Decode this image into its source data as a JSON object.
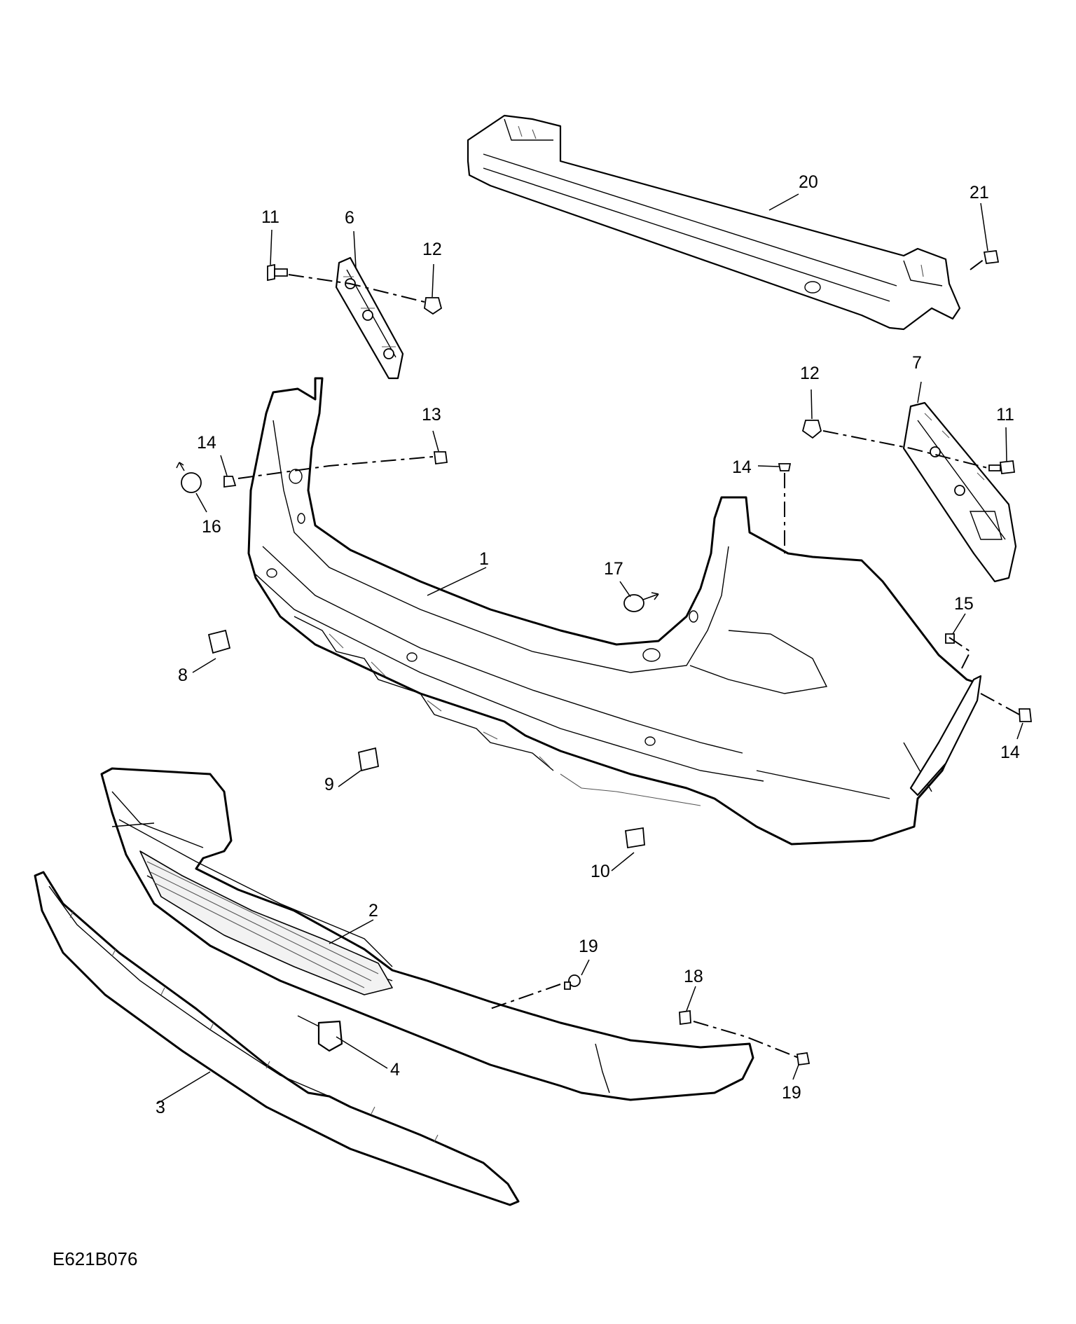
{
  "diagram": {
    "drawing_code": "E621B076",
    "callouts": [
      {
        "id": "c1",
        "label": "1"
      },
      {
        "id": "c2",
        "label": "2"
      },
      {
        "id": "c3",
        "label": "3"
      },
      {
        "id": "c4",
        "label": "4"
      },
      {
        "id": "c6",
        "label": "6"
      },
      {
        "id": "c7",
        "label": "7"
      },
      {
        "id": "c8",
        "label": "8"
      },
      {
        "id": "c9",
        "label": "9"
      },
      {
        "id": "c10",
        "label": "10"
      },
      {
        "id": "c11a",
        "label": "11"
      },
      {
        "id": "c11b",
        "label": "11"
      },
      {
        "id": "c12a",
        "label": "12"
      },
      {
        "id": "c12b",
        "label": "12"
      },
      {
        "id": "c13",
        "label": "13"
      },
      {
        "id": "c14a",
        "label": "14"
      },
      {
        "id": "c14b",
        "label": "14"
      },
      {
        "id": "c14c",
        "label": "14"
      },
      {
        "id": "c15",
        "label": "15"
      },
      {
        "id": "c16",
        "label": "16"
      },
      {
        "id": "c17",
        "label": "17"
      },
      {
        "id": "c18",
        "label": "18"
      },
      {
        "id": "c19a",
        "label": "19"
      },
      {
        "id": "c19b",
        "label": "19"
      },
      {
        "id": "c20",
        "label": "20"
      },
      {
        "id": "c21",
        "label": "21"
      }
    ]
  }
}
